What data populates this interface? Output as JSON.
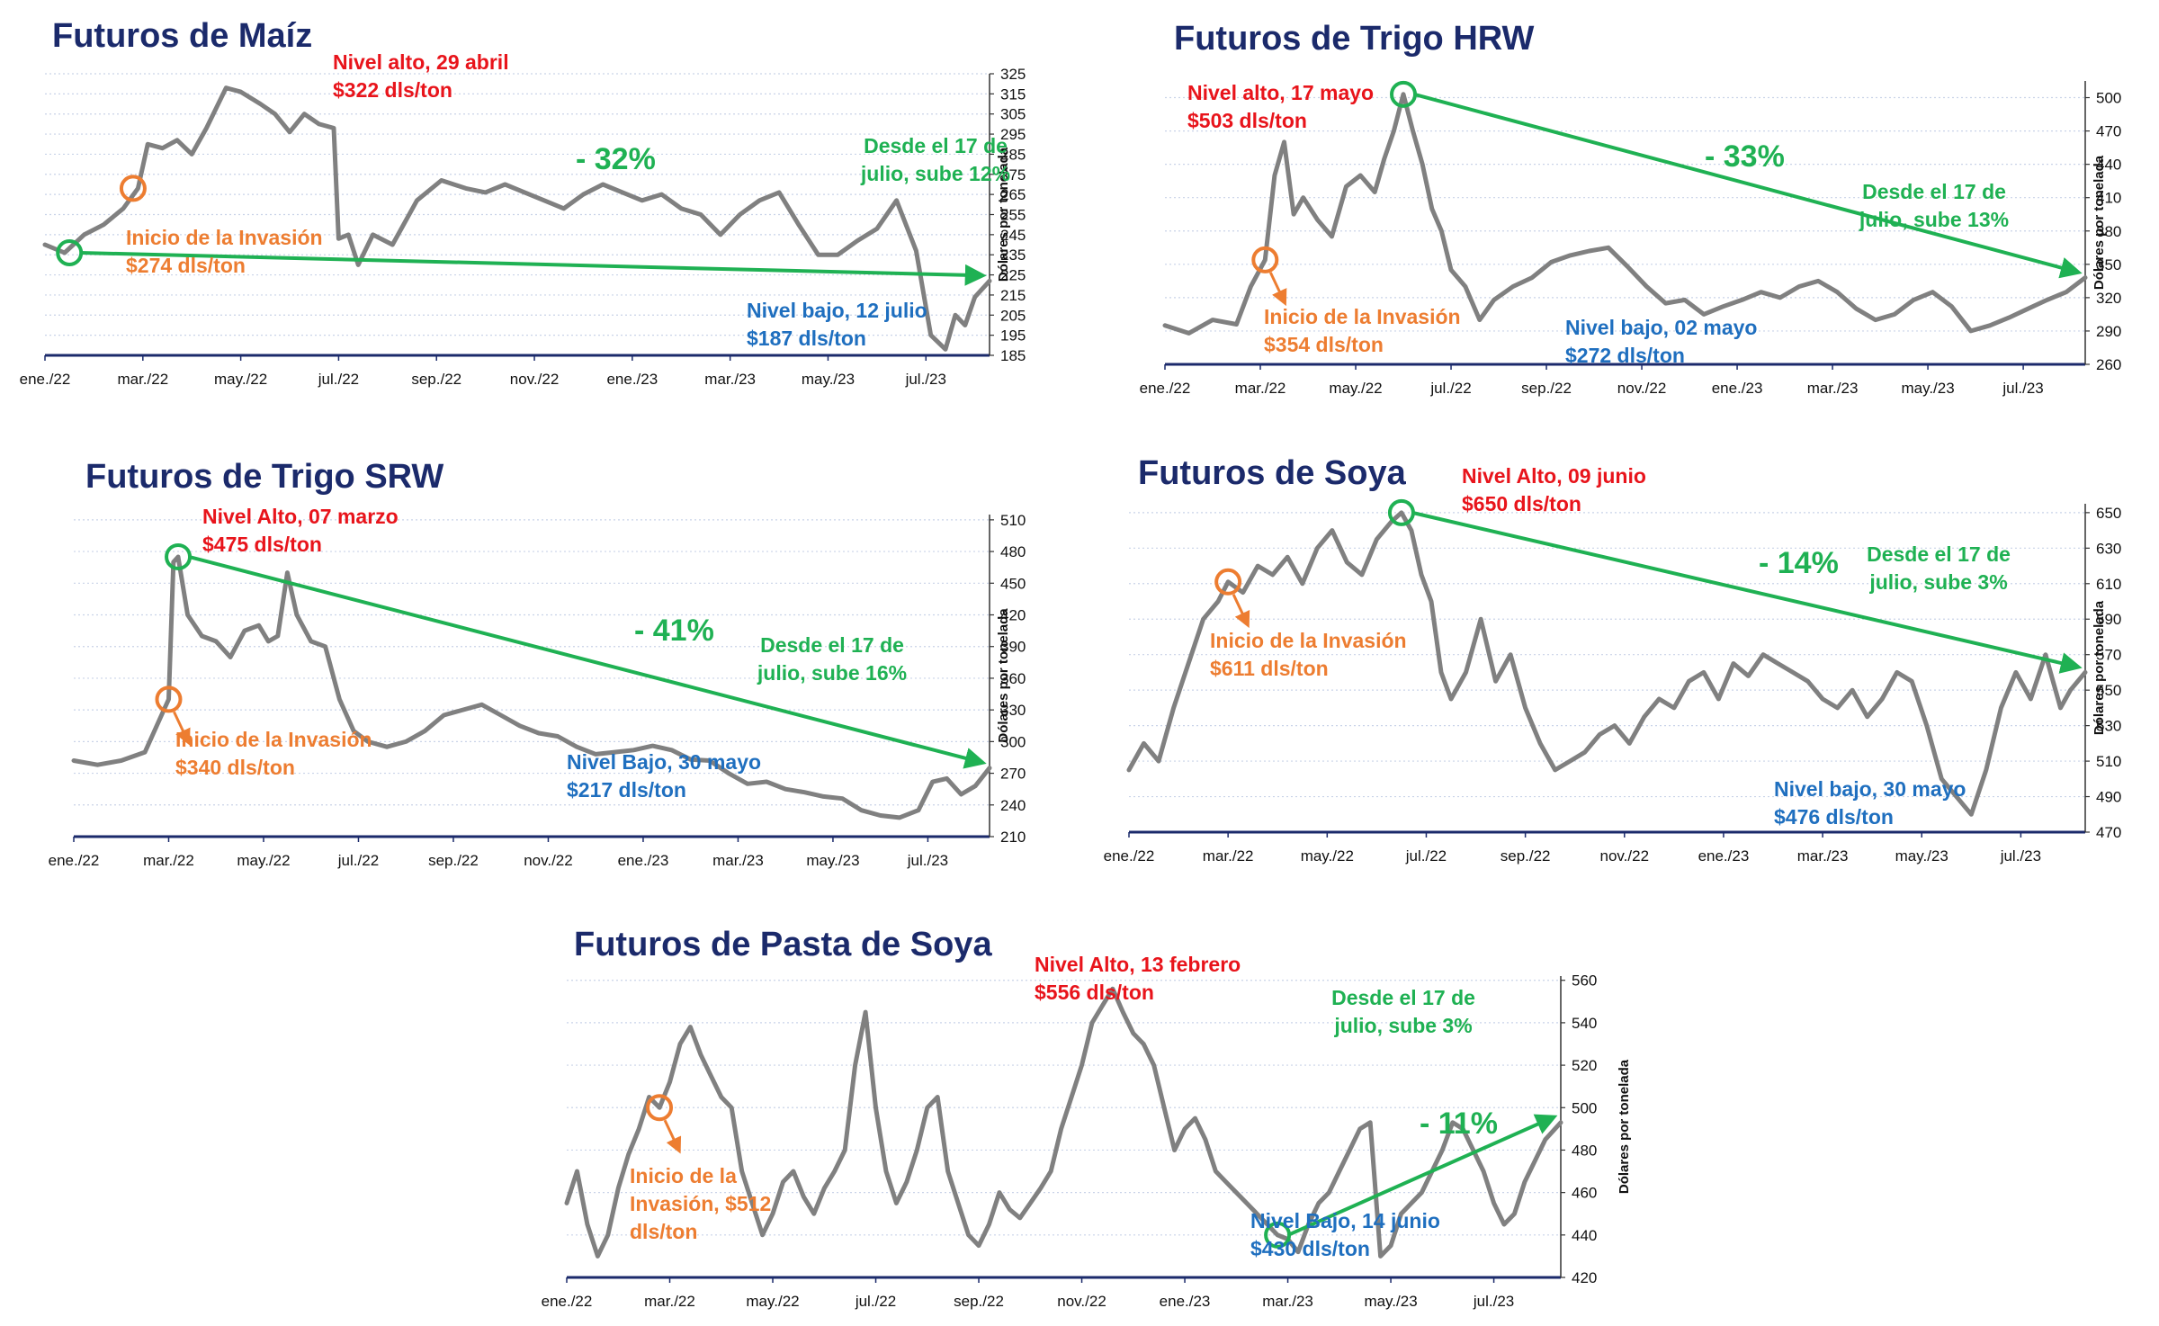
{
  "colors": {
    "title": "#1b2a6b",
    "series": "#808080",
    "axis": "#1b2a6b",
    "grid": "#c9d3e8",
    "high": "#e8141b",
    "invasion": "#ed7d31",
    "low": "#1f6fbf",
    "trend": "#1fb153"
  },
  "chart_data": [
    {
      "type": "line",
      "title": "Futuros de Maíz",
      "ylabel": "Dólares por tonelada",
      "ylim": [
        185,
        325
      ],
      "yticks": [
        185,
        195,
        205,
        215,
        225,
        235,
        245,
        255,
        265,
        275,
        285,
        295,
        305,
        315,
        325
      ],
      "xlim": [
        0,
        19.3
      ],
      "xticks": [
        "ene./22",
        "mar./22",
        "may./22",
        "jul./22",
        "sep./22",
        "nov./22",
        "ene./23",
        "mar./23",
        "may./23",
        "jul./23"
      ],
      "grid": true,
      "series": [
        {
          "x": [
            0,
            0.4,
            0.8,
            1.2,
            1.6,
            1.9,
            2.1,
            2.4,
            2.7,
            3.0,
            3.3,
            3.7,
            4.0,
            4.4,
            4.7,
            5.0,
            5.3,
            5.6,
            5.9,
            6.0,
            6.2,
            6.4,
            6.7,
            7.1,
            7.6,
            8.1,
            8.6,
            9.0,
            9.4,
            9.8,
            10.2,
            10.6,
            11.0,
            11.4,
            11.8,
            12.2,
            12.6,
            13.0,
            13.4,
            13.8,
            14.2,
            14.6,
            15.0,
            15.4,
            15.8,
            16.2,
            16.6,
            17.0,
            17.4,
            17.8,
            18.1,
            18.4,
            18.6,
            18.8,
            19.0,
            19.3
          ],
          "y": [
            240,
            236,
            245,
            250,
            258,
            268,
            290,
            288,
            292,
            285,
            298,
            318,
            316,
            310,
            305,
            296,
            305,
            300,
            298,
            243,
            245,
            230,
            245,
            240,
            262,
            272,
            268,
            266,
            270,
            266,
            262,
            258,
            265,
            270,
            266,
            262,
            265,
            258,
            255,
            245,
            255,
            262,
            266,
            250,
            235,
            235,
            242,
            248,
            262,
            237,
            195,
            188,
            205,
            200,
            214,
            222
          ]
        }
      ],
      "annotations": {
        "high": [
          "Nivel alto, 29 abril",
          "$322 dls/ton"
        ],
        "invasion": [
          "Inicio de la Invasión",
          "$274 dls/ton"
        ],
        "low": [
          "Nivel bajo, 12 julio",
          "$187 dls/ton"
        ],
        "rebound": [
          "Desde el 17 de",
          "julio, sube 12%"
        ],
        "change": "- 32%"
      }
    },
    {
      "type": "line",
      "title": "Futuros de Trigo HRW",
      "ylabel": "Dólares por tonelada",
      "ylim": [
        260,
        515
      ],
      "yticks": [
        260,
        290,
        320,
        350,
        380,
        410,
        440,
        470,
        500
      ],
      "xlim": [
        0,
        19.3
      ],
      "xticks": [
        "ene./22",
        "mar./22",
        "may./22",
        "jul./22",
        "sep./22",
        "nov./22",
        "ene./23",
        "mar./23",
        "may./23",
        "jul./23"
      ],
      "grid": true,
      "series": [
        {
          "x": [
            0,
            0.5,
            1.0,
            1.5,
            1.8,
            2.1,
            2.3,
            2.5,
            2.7,
            2.9,
            3.2,
            3.5,
            3.8,
            4.1,
            4.4,
            4.6,
            4.8,
            5.0,
            5.2,
            5.4,
            5.6,
            5.8,
            6.0,
            6.3,
            6.6,
            6.9,
            7.3,
            7.7,
            8.1,
            8.5,
            8.9,
            9.3,
            9.7,
            10.1,
            10.5,
            10.9,
            11.3,
            11.7,
            12.1,
            12.5,
            12.9,
            13.3,
            13.7,
            14.1,
            14.5,
            14.9,
            15.3,
            15.7,
            16.1,
            16.5,
            16.9,
            17.3,
            17.7,
            18.1,
            18.5,
            18.9,
            19.3
          ],
          "y": [
            295,
            288,
            300,
            296,
            330,
            354,
            430,
            460,
            395,
            410,
            390,
            375,
            420,
            430,
            415,
            445,
            470,
            503,
            470,
            440,
            400,
            380,
            345,
            330,
            300,
            318,
            330,
            338,
            352,
            358,
            362,
            365,
            348,
            330,
            315,
            318,
            305,
            312,
            318,
            325,
            320,
            330,
            335,
            325,
            310,
            300,
            305,
            318,
            325,
            312,
            290,
            295,
            302,
            310,
            318,
            325,
            338
          ]
        }
      ],
      "annotations": {
        "high": [
          "Nivel alto, 17 mayo",
          "$503 dls/ton"
        ],
        "invasion": [
          "Inicio de la Invasión",
          "$354 dls/ton"
        ],
        "low": [
          "Nivel bajo, 02 mayo",
          "$272 dls/ton"
        ],
        "rebound": [
          "Desde el 17 de",
          "julio, sube 13%"
        ],
        "change": "- 33%"
      }
    },
    {
      "type": "line",
      "title": "Futuros de Trigo SRW",
      "ylabel": "Dólares por tonelada",
      "ylim": [
        210,
        515
      ],
      "yticks": [
        210,
        240,
        270,
        300,
        330,
        360,
        390,
        420,
        450,
        480,
        510
      ],
      "xlim": [
        0,
        19.3
      ],
      "xticks": [
        "ene./22",
        "mar./22",
        "may./22",
        "jul./22",
        "sep./22",
        "nov./22",
        "ene./23",
        "mar./23",
        "may./23",
        "jul./23"
      ],
      "grid": true,
      "series": [
        {
          "x": [
            0,
            0.5,
            1.0,
            1.5,
            1.8,
            2.0,
            2.1,
            2.2,
            2.4,
            2.7,
            3.0,
            3.3,
            3.6,
            3.9,
            4.1,
            4.3,
            4.5,
            4.7,
            5.0,
            5.3,
            5.6,
            5.9,
            6.2,
            6.6,
            7.0,
            7.4,
            7.8,
            8.2,
            8.6,
            9.0,
            9.4,
            9.8,
            10.2,
            10.6,
            11.0,
            11.4,
            11.8,
            12.2,
            12.6,
            13.0,
            13.4,
            13.8,
            14.2,
            14.6,
            15.0,
            15.4,
            15.8,
            16.2,
            16.6,
            17.0,
            17.4,
            17.8,
            18.1,
            18.4,
            18.7,
            19.0,
            19.3
          ],
          "y": [
            282,
            278,
            282,
            290,
            320,
            340,
            470,
            475,
            420,
            400,
            395,
            380,
            405,
            410,
            395,
            400,
            460,
            420,
            395,
            390,
            340,
            310,
            300,
            295,
            300,
            310,
            325,
            330,
            335,
            325,
            315,
            308,
            305,
            295,
            288,
            290,
            292,
            296,
            292,
            283,
            282,
            270,
            260,
            262,
            255,
            252,
            248,
            246,
            235,
            230,
            228,
            235,
            262,
            265,
            250,
            258,
            275
          ]
        }
      ],
      "annotations": {
        "high": [
          "Nivel Alto, 07 marzo",
          "$475 dls/ton"
        ],
        "invasion": [
          "Inicio de la Invasión",
          "$340 dls/ton"
        ],
        "low": [
          "Nivel Bajo, 30 mayo",
          "$217 dls/ton"
        ],
        "rebound": [
          "Desde el 17 de",
          "julio, sube 16%"
        ],
        "change": "- 41%"
      }
    },
    {
      "type": "line",
      "title": "Futuros de Soya",
      "ylabel": "Dólares por tonelada",
      "ylim": [
        470,
        655
      ],
      "yticks": [
        470,
        490,
        510,
        530,
        550,
        570,
        590,
        610,
        630,
        650
      ],
      "xlim": [
        0,
        19.3
      ],
      "xticks": [
        "ene./22",
        "mar./22",
        "may./22",
        "jul./22",
        "sep./22",
        "nov./22",
        "ene./23",
        "mar./23",
        "may./23",
        "jul./23"
      ],
      "grid": true,
      "series": [
        {
          "x": [
            0,
            0.3,
            0.6,
            0.9,
            1.2,
            1.5,
            1.8,
            2.0,
            2.3,
            2.6,
            2.9,
            3.2,
            3.5,
            3.8,
            4.1,
            4.4,
            4.7,
            5.0,
            5.3,
            5.5,
            5.7,
            5.9,
            6.1,
            6.3,
            6.5,
            6.8,
            7.1,
            7.4,
            7.7,
            8.0,
            8.3,
            8.6,
            8.9,
            9.2,
            9.5,
            9.8,
            10.1,
            10.4,
            10.7,
            11.0,
            11.3,
            11.6,
            11.9,
            12.2,
            12.5,
            12.8,
            13.1,
            13.4,
            13.7,
            14.0,
            14.3,
            14.6,
            14.9,
            15.2,
            15.5,
            15.8,
            16.1,
            16.4,
            16.7,
            17.0,
            17.3,
            17.6,
            17.9,
            18.2,
            18.5,
            18.8,
            19.0,
            19.3
          ],
          "y": [
            505,
            520,
            510,
            540,
            565,
            590,
            600,
            611,
            605,
            620,
            615,
            625,
            610,
            630,
            640,
            622,
            615,
            635,
            645,
            650,
            640,
            615,
            600,
            560,
            545,
            560,
            590,
            555,
            570,
            540,
            520,
            505,
            510,
            515,
            525,
            530,
            520,
            535,
            545,
            540,
            555,
            560,
            545,
            565,
            558,
            570,
            565,
            560,
            555,
            545,
            540,
            550,
            535,
            545,
            560,
            555,
            530,
            500,
            490,
            480,
            505,
            540,
            560,
            545,
            570,
            540,
            550,
            560
          ]
        }
      ],
      "annotations": {
        "high": [
          "Nivel Alto, 09 junio",
          "$650 dls/ton"
        ],
        "invasion": [
          "Inicio de la Invasión",
          "$611 dls/ton"
        ],
        "low": [
          "Nivel bajo, 30 mayo",
          "$476 dls/ton"
        ],
        "rebound": [
          "Desde el 17 de",
          "julio, sube 3%"
        ],
        "change": "- 14%"
      }
    },
    {
      "type": "line",
      "title": "Futuros de Pasta de Soya",
      "ylabel": "Dólares por tonelada",
      "ylim": [
        420,
        562
      ],
      "yticks": [
        420,
        440,
        460,
        480,
        500,
        520,
        540,
        560
      ],
      "xlim": [
        0,
        19.3
      ],
      "xticks": [
        "ene./22",
        "mar./22",
        "may./22",
        "jul./22",
        "sep./22",
        "nov./22",
        "ene./23",
        "mar./23",
        "may./23",
        "jul./23"
      ],
      "grid": true,
      "series": [
        {
          "x": [
            0,
            0.2,
            0.4,
            0.6,
            0.8,
            1.0,
            1.2,
            1.4,
            1.6,
            1.8,
            2.0,
            2.2,
            2.4,
            2.6,
            2.8,
            3.0,
            3.2,
            3.4,
            3.6,
            3.8,
            4.0,
            4.2,
            4.4,
            4.6,
            4.8,
            5.0,
            5.2,
            5.4,
            5.6,
            5.8,
            6.0,
            6.2,
            6.4,
            6.6,
            6.8,
            7.0,
            7.2,
            7.4,
            7.6,
            7.8,
            8.0,
            8.2,
            8.4,
            8.6,
            8.8,
            9.0,
            9.2,
            9.4,
            9.6,
            9.8,
            10.0,
            10.2,
            10.4,
            10.6,
            10.8,
            11.0,
            11.2,
            11.4,
            11.6,
            11.8,
            12.0,
            12.2,
            12.4,
            12.6,
            12.8,
            13.0,
            13.2,
            13.4,
            13.6,
            13.8,
            14.0,
            14.2,
            14.4,
            14.6,
            14.8,
            15.0,
            15.2,
            15.4,
            15.6,
            15.8,
            16.0,
            16.2,
            16.4,
            16.6,
            16.8,
            17.0,
            17.2,
            17.4,
            17.6,
            17.8,
            18.0,
            18.2,
            18.4,
            18.6,
            18.8,
            19.0,
            19.3
          ],
          "y": [
            455,
            470,
            445,
            430,
            440,
            462,
            478,
            490,
            505,
            500,
            512,
            530,
            538,
            525,
            515,
            505,
            500,
            470,
            455,
            440,
            450,
            465,
            470,
            458,
            450,
            462,
            470,
            480,
            520,
            545,
            500,
            470,
            455,
            465,
            480,
            500,
            505,
            470,
            455,
            440,
            435,
            445,
            460,
            452,
            448,
            455,
            462,
            470,
            490,
            505,
            520,
            540,
            548,
            556,
            545,
            535,
            530,
            520,
            500,
            480,
            490,
            495,
            485,
            470,
            465,
            460,
            455,
            450,
            445,
            440,
            438,
            432,
            445,
            455,
            460,
            470,
            480,
            490,
            493,
            430,
            435,
            450,
            455,
            460,
            470,
            480,
            493,
            490,
            480,
            470,
            455,
            445,
            450,
            465,
            475,
            485,
            493
          ]
        }
      ],
      "annotations": {
        "high": [
          "Nivel Alto, 13 febrero",
          "$556 dls/ton"
        ],
        "invasion": [
          "Inicio de la",
          "Invasión, $512",
          "dls/ton"
        ],
        "low": [
          "Nivel Bajo, 14 junio",
          "$430 dls/ton"
        ],
        "rebound": [
          "Desde el 17 de",
          "julio, sube 3%"
        ],
        "change": "- 11%"
      }
    }
  ]
}
